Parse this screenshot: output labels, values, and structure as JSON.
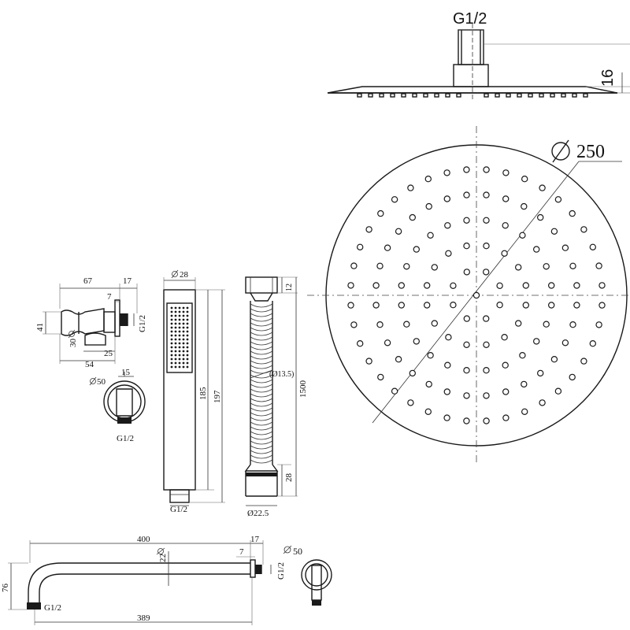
{
  "top_view": {
    "thread": "G1/2",
    "thickness": "16"
  },
  "rain_head": {
    "diameter": "250"
  },
  "holder": {
    "dim_67": "67",
    "dim_17": "17",
    "dim_7": "7",
    "dim_41": "41",
    "dim_d30": "30",
    "dim_25": "25",
    "dim_54": "54",
    "thread": "G1/2",
    "dim_d50": "50",
    "dim_15": "15",
    "thread2": "G1/2"
  },
  "hand_shower": {
    "dim_d28": "28",
    "dim_185": "185",
    "dim_197": "197",
    "thread": "G1/2"
  },
  "hose": {
    "dim_12": "12",
    "dim_inner": "(Ø13.5)",
    "dim_1500": "1500",
    "dim_28": "28",
    "dim_d22": "Ø22.5"
  },
  "arm": {
    "dim_400": "400",
    "dim_17": "17",
    "dim_d22": "22",
    "dim_7": "7",
    "dim_76": "76",
    "thread_end": "G1/2",
    "thread_wall": "G1/2",
    "dim_389": "389",
    "dim_d50": "50"
  }
}
